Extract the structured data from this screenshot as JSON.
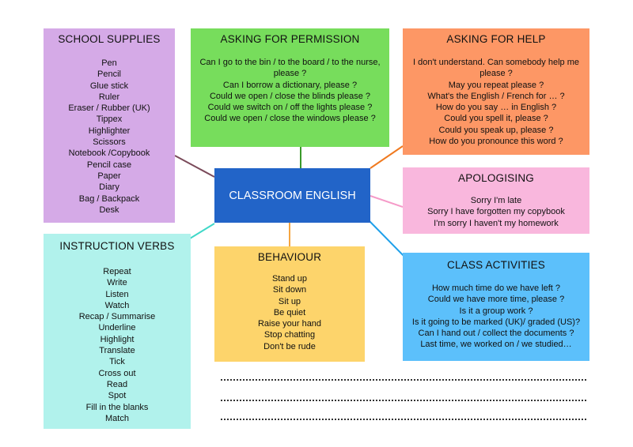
{
  "center": "CLASSROOM ENGLISH",
  "school_supplies": {
    "title": "SCHOOL SUPPLIES",
    "items": [
      "Pen",
      "Pencil",
      "Glue stick",
      "Ruler",
      "Eraser / Rubber (UK)",
      "Tippex",
      "Highlighter",
      "Scissors",
      "Notebook /Copybook",
      "Pencil case",
      "Paper",
      "Diary",
      "Bag / Backpack",
      "Desk"
    ]
  },
  "asking_permission": {
    "title": "ASKING FOR PERMISSION",
    "items": [
      "Can I go to the bin / to the board / to the nurse, please ?",
      "Can I borrow a dictionary, please ?",
      "Could we open / close the blinds please ?",
      "Could we switch on / off the lights please ?",
      "Could we open / close the windows please ?"
    ]
  },
  "asking_help": {
    "title": "ASKING FOR HELP",
    "items": [
      "I don't understand. Can somebody help me please ?",
      "May you repeat please ?",
      "What's the English / French for … ?",
      "How do you say … in English ?",
      "Could you spell it, please ?",
      "Could you speak up, please ?",
      "How do you pronounce this word ?"
    ]
  },
  "apologising": {
    "title": "APOLOGISING",
    "items": [
      "Sorry I'm late",
      "Sorry I have forgotten my copybook",
      "I'm sorry I haven't my homework"
    ]
  },
  "instruction_verbs": {
    "title": "INSTRUCTION VERBS",
    "items": [
      "Repeat",
      "Write",
      "Listen",
      "Watch",
      "Recap / Summarise",
      "Underline",
      "Highlight",
      "Translate",
      "Tick",
      "Cross out",
      "Read",
      "Spot",
      "Fill in the blanks",
      "Match"
    ]
  },
  "behaviour": {
    "title": "BEHAVIOUR",
    "items": [
      "Stand up",
      "Sit down",
      "Sit up",
      "Be quiet",
      "Raise your hand",
      "Stop chatting",
      "Don't be rude"
    ]
  },
  "class_activities": {
    "title": "CLASS ACTIVITIES",
    "items": [
      "How much time do we have left ?",
      "Could we have more time, please ?",
      "Is it a group work ?",
      "Is it going to be marked (UK)/ graded (US)?",
      "Can I hand out / collect the documents ?",
      "Last time, we worked on / we studied…"
    ]
  }
}
